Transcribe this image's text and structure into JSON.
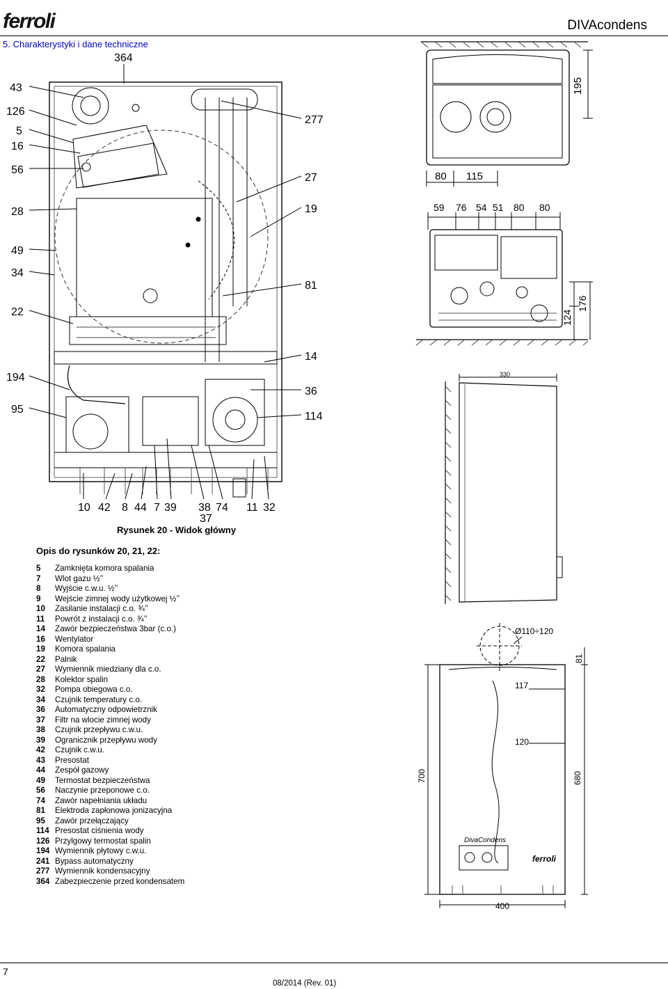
{
  "header": {
    "brand": "ferroli",
    "product": "DIVAcondens",
    "section_title": "5. Charakterystyki i dane techniczne"
  },
  "figure": {
    "caption": "Rysunek 20 - Widok główny",
    "callouts_left": [
      "43",
      "126",
      "5",
      "16",
      "56",
      "28",
      "49",
      "34",
      "22",
      "194",
      "95"
    ],
    "callouts_right": [
      "277",
      "27",
      "19",
      "81",
      "14",
      "36",
      "114"
    ],
    "callout_top": "364",
    "callouts_bottom": [
      "10",
      "42",
      "8",
      "44",
      "7",
      "39",
      "38",
      "74",
      "11",
      "32"
    ],
    "callout_bottom_sub": "37"
  },
  "dimensions": {
    "top_view": {
      "depth": "195",
      "offsets": [
        "80",
        "115"
      ]
    },
    "bottom_view": {
      "offsets": [
        "59",
        "76",
        "54",
        "51",
        "80",
        "80"
      ],
      "heights": [
        "124",
        "176"
      ]
    },
    "side_view": {
      "width": "330"
    },
    "front_view": {
      "flue": "Ø110÷120",
      "top": "81",
      "d117": "117",
      "d120": "120",
      "height_left": "700",
      "height_right": "680",
      "width": "400",
      "plate_text": "DivaCondens",
      "plate_brand": "ferroli"
    }
  },
  "legend": {
    "title": "Opis do rysunków 20, 21, 22:",
    "items": [
      {
        "num": "5",
        "text": "Zamknięta komora spalania"
      },
      {
        "num": "7",
        "text": "Wlot gazu ½’’"
      },
      {
        "num": "8",
        "text": "Wyjście c.w.u. ½’’"
      },
      {
        "num": "9",
        "text": "Wejście zimnej wody użytkowej ½’’"
      },
      {
        "num": "10",
        "text": "Zasilanie instalacji c.o. ¾’’"
      },
      {
        "num": "11",
        "text": "Powrót z instalacji c.o. ¾’’"
      },
      {
        "num": "14",
        "text": "Zawór bezpieczeństwa 3bar (c.o.)"
      },
      {
        "num": "16",
        "text": "Wentylator"
      },
      {
        "num": "19",
        "text": "Komora spalania"
      },
      {
        "num": "22",
        "text": "Palnik"
      },
      {
        "num": "27",
        "text": "Wymiennik miedziany dla c.o."
      },
      {
        "num": "28",
        "text": "Kolektor spalin"
      },
      {
        "num": "32",
        "text": "Pompa obiegowa c.o."
      },
      {
        "num": "34",
        "text": "Czujnik temperatury c.o."
      },
      {
        "num": "36",
        "text": "Automatyczny odpowietrznik"
      },
      {
        "num": "37",
        "text": "Filtr na wlocie zimnej wody"
      },
      {
        "num": "38",
        "text": "Czujnik przepływu c.w.u."
      },
      {
        "num": "39",
        "text": "Ogranicznik przepływu wody"
      },
      {
        "num": "42",
        "text": "Czujnik c.w.u."
      },
      {
        "num": "43",
        "text": "Presostat"
      },
      {
        "num": "44",
        "text": "Zespół gazowy"
      },
      {
        "num": "49",
        "text": "Termostat bezpieczeństwa"
      },
      {
        "num": "56",
        "text": "Naczynie przeponowe c.o."
      },
      {
        "num": "74",
        "text": "Zawór napełniania układu"
      },
      {
        "num": "81",
        "text": "Elektroda zapłonowa jonizacyjna"
      },
      {
        "num": "95",
        "text": "Zawór przełączający"
      },
      {
        "num": "114",
        "text": "Presostat ciśnienia wody"
      },
      {
        "num": "126",
        "text": "Przylgowy termostat spalin"
      },
      {
        "num": "194",
        "text": "Wymiennik płytowy c.w.u."
      },
      {
        "num": "241",
        "text": "Bypass automatyczny"
      },
      {
        "num": "277",
        "text": "Wymiennik kondensacyjny"
      },
      {
        "num": "364",
        "text": "Zabezpieczenie przed kondensatem"
      }
    ]
  },
  "footer": {
    "page": "7",
    "date": "08/2014 (Rev. 01)"
  },
  "colors": {
    "section_title": "#0000cc",
    "line": "#000000"
  }
}
